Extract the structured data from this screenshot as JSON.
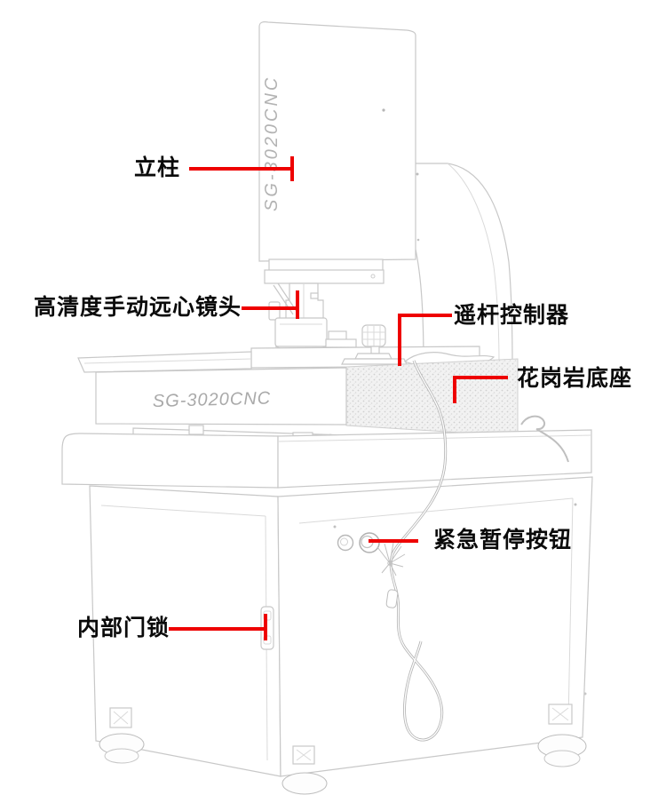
{
  "machine": {
    "model_vertical": "SG-3020CNC",
    "model_front": "SG-3020CNC"
  },
  "labels": [
    {
      "id": "column",
      "text": "立柱"
    },
    {
      "id": "telecentric-lens",
      "text": "高清度手动远心镜头"
    },
    {
      "id": "joystick",
      "text": "遥杆控制器"
    },
    {
      "id": "granite-base",
      "text": "花岗岩底座"
    },
    {
      "id": "emergency-stop",
      "text": "紧急暂停按钮"
    },
    {
      "id": "door-lock",
      "text": "内部门锁"
    }
  ],
  "colors": {
    "leader_line": "#ee0000",
    "label_text": "#0a0a0a",
    "sketch_line": "#c8c8c8",
    "model_text": "#b0b0b0",
    "page_bg": "#ffffff"
  }
}
